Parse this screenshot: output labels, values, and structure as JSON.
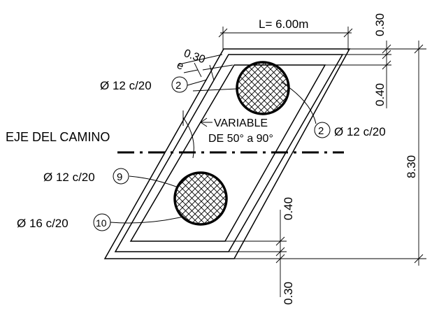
{
  "dimensions": {
    "length": "L= 6.00m",
    "top_thickness": "0.30",
    "bottom_thickness": "0.30",
    "top_clearance": "0.40",
    "bottom_clearance": "0.40",
    "total_height": "8.30",
    "wall_thickness": "0.30",
    "wall_label": "e"
  },
  "annotations": {
    "angle_line1": "VARIABLE",
    "angle_line2": "DE 50° a 90°",
    "road_axis": "EJE DEL CAMINO"
  },
  "rebar_labels": [
    {
      "text": "Ø 12 c/20",
      "mark": "2"
    },
    {
      "text": "Ø 12 c/20",
      "mark": "2"
    },
    {
      "text": "Ø 12 c/20",
      "mark": "9"
    },
    {
      "text": "Ø 16 c/20",
      "mark": "10"
    }
  ]
}
